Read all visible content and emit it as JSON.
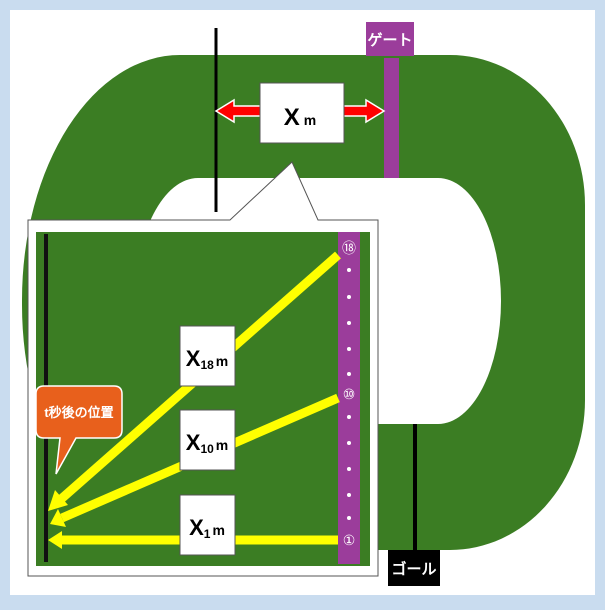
{
  "gate_label": "ゲート",
  "goal_label": "ゴール",
  "distance_box": {
    "var": "X",
    "unit": "m"
  },
  "callout_label": "t秒後の位置",
  "gate_numbers": [
    "⑱",
    "⑩",
    "①"
  ],
  "lanes": [
    {
      "var": "X",
      "sub": "18",
      "unit": "m"
    },
    {
      "var": "X",
      "sub": "10",
      "unit": "m"
    },
    {
      "var": "X",
      "sub": "1",
      "unit": "m"
    }
  ],
  "colors": {
    "frame": "#c9dcef",
    "track": "#3b7d23",
    "gate": "#9b3d9b",
    "arrow": "#ffff00",
    "red_arrow": "#ff0000",
    "callout": "#e8601c",
    "dots": "#ffffff"
  }
}
